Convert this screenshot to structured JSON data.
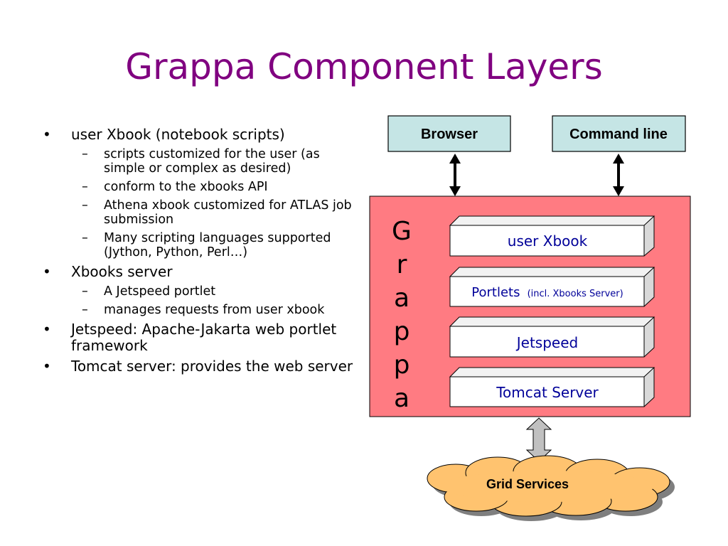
{
  "slide": {
    "title": "Grappa Component Layers"
  },
  "bullets": [
    {
      "text": "user Xbook (notebook scripts)",
      "sub": [
        "scripts customized for the user (as simple or complex as desired)",
        "conform to the xbooks API",
        "Athena xbook customized for ATLAS job submission",
        "Many scripting languages supported (Jython, Python, Perl…)"
      ]
    },
    {
      "text": "Xbooks server",
      "sub": [
        "A Jetspeed portlet",
        "manages requests from user xbook"
      ]
    },
    {
      "text": "Jetspeed: Apache-Jakarta web portlet framework",
      "sub": []
    },
    {
      "text": "Tomcat server: provides the web server",
      "sub": []
    }
  ],
  "markers": {
    "bullet": "•",
    "dash": "–"
  },
  "diagram": {
    "browser_label": "Browser",
    "command_line_label": "Command line",
    "grappa_letters": [
      "G",
      "r",
      "a",
      "p",
      "p",
      "a"
    ],
    "layers": {
      "xbook": "user Xbook",
      "portlets_main": "Portlets",
      "portlets_note": "(incl. Xbooks Server)",
      "jetspeed": "Jetspeed",
      "tomcat": "Tomcat Server"
    },
    "grid_services_label": "Grid Services",
    "colors": {
      "title": "#800080",
      "client_box_fill": "#c5e5e5",
      "container_fill": "#ff7b82",
      "layer_text": "#000099",
      "cloud_fill": "#ffc36f",
      "arrow_gray": "#c0c0c0"
    }
  }
}
